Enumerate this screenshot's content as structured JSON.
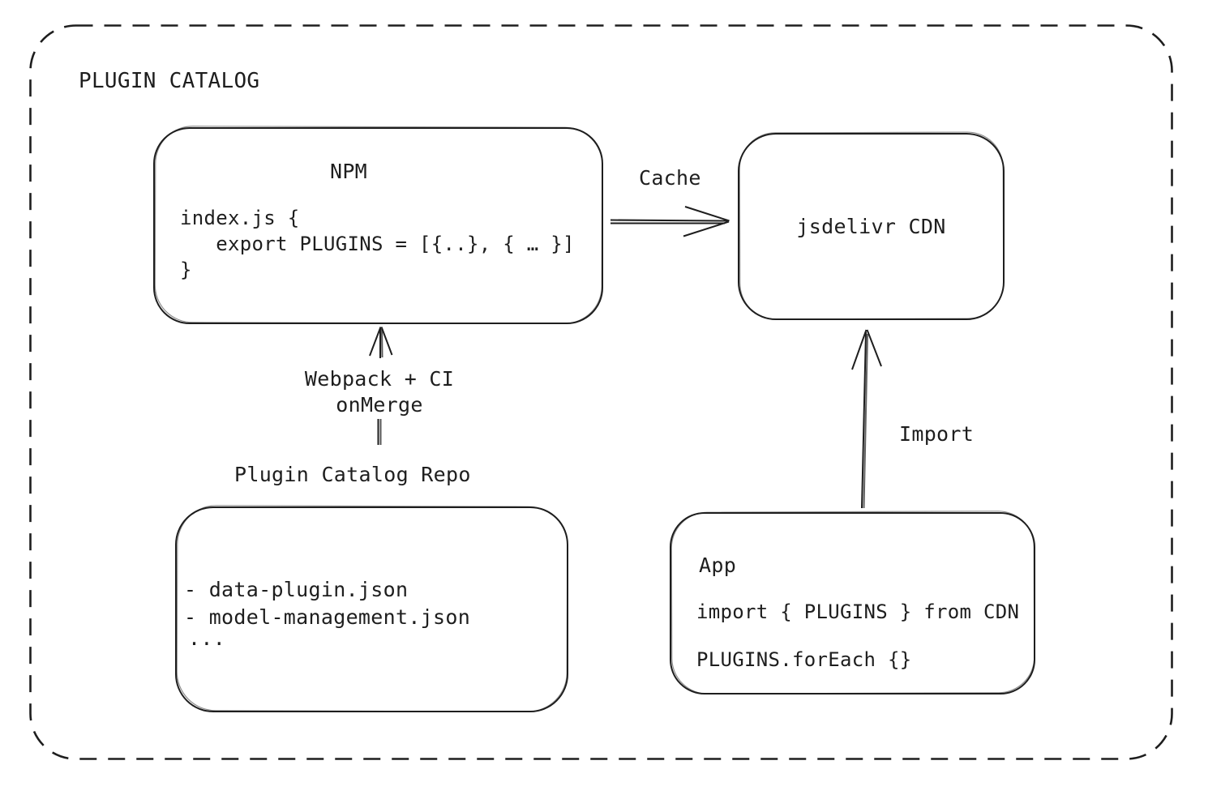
{
  "colors": {
    "stroke": "#1e1e1e",
    "background": "#ffffff"
  },
  "frame": {
    "title": "PLUGIN CATALOG"
  },
  "nodes": {
    "npm": {
      "title": "NPM",
      "code": {
        "line1": "index.js {",
        "line2": "   export PLUGINS = [{..}, { … }]",
        "line3": "}"
      }
    },
    "cdn": {
      "label": "jsdelivr CDN"
    },
    "repo": {
      "label": "Plugin Catalog Repo",
      "files": {
        "item1": "- data-plugin.json",
        "item2": "- model-management.json",
        "item3": "..."
      }
    },
    "app": {
      "title": "App",
      "code": {
        "line1": "import { PLUGINS } from CDN",
        "line2": "PLUGINS.forEach {}"
      }
    }
  },
  "edges": {
    "cache": {
      "label": "Cache",
      "from": "NPM",
      "to": "jsdelivr CDN"
    },
    "build": {
      "label_line1": "Webpack + CI",
      "label_line2": "onMerge",
      "from": "Plugin Catalog Repo",
      "to": "NPM"
    },
    "import": {
      "label": "Import",
      "from": "App",
      "to": "jsdelivr CDN"
    }
  }
}
